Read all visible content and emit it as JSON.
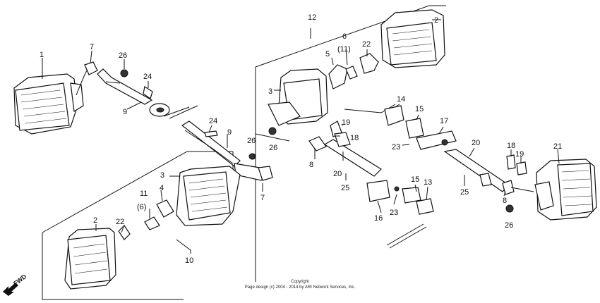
{
  "callouts": {
    "c1": "1",
    "c2a": "2",
    "c2b": "2",
    "c3a": "3",
    "c3b": "3",
    "c4": "4",
    "c5": "5",
    "c6": "6",
    "c6p": "(6)",
    "c11": "11",
    "c11p": "(11)",
    "c7a": "7",
    "c7b": "7",
    "c8a": "8",
    "c8b": "8",
    "c9a": "9",
    "c9b": "9",
    "c10": "10",
    "c12": "12",
    "c13": "13",
    "c14": "14",
    "c15a": "15",
    "c15b": "15",
    "c16": "16",
    "c17": "17",
    "c18a": "18",
    "c18b": "18",
    "c19a": "19",
    "c19b": "19",
    "c20a": "20",
    "c20b": "20",
    "c21": "21",
    "c22a": "22",
    "c22b": "22",
    "c23a": "23",
    "c23b": "23",
    "c24a": "24",
    "c24b": "24",
    "c25a": "25",
    "c25b": "25",
    "c26a": "26",
    "c26b": "26",
    "c26c": "26",
    "c26d": "26"
  },
  "fwd_label": "FWD",
  "copyright_line1": "Copyright",
  "copyright_line2": "Page design (c) 2004 - 2014 by ARI Network Services, Inc."
}
